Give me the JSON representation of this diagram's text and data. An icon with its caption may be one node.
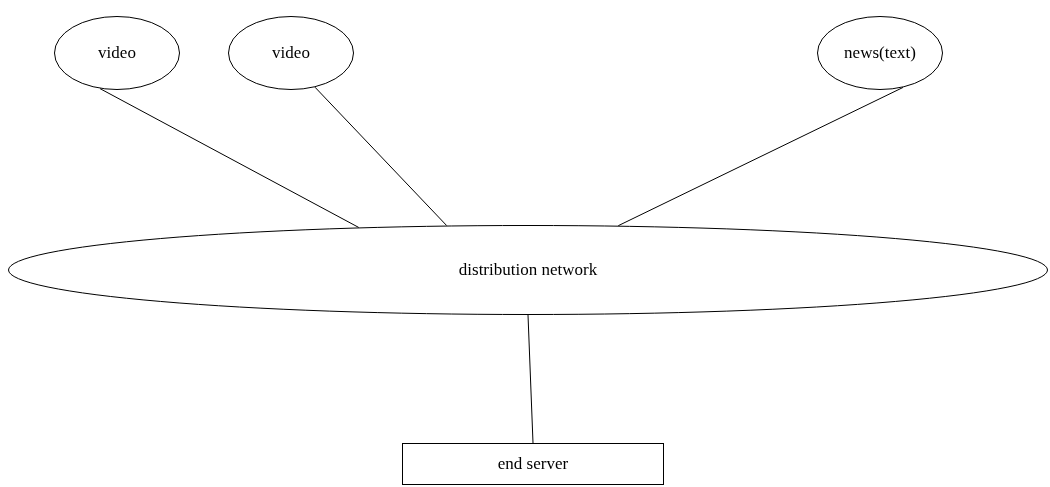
{
  "diagram": {
    "nodes": [
      {
        "text": [
          "video"
        ]
      },
      {
        "text": [
          "video"
        ]
      },
      {
        "text": [
          "news(text)"
        ]
      },
      {
        "text": [
          "distribution network"
        ]
      },
      {
        "text": [
          "end server"
        ]
      }
    ],
    "edges": [
      {
        "from": 0,
        "to": 3,
        "arrow": "none"
      },
      {
        "from": 1,
        "to": 3,
        "arrow": "none"
      },
      {
        "from": 2,
        "to": 3,
        "arrow": "none"
      },
      {
        "from": 3,
        "to": 4,
        "arrow": "none"
      }
    ]
  }
}
